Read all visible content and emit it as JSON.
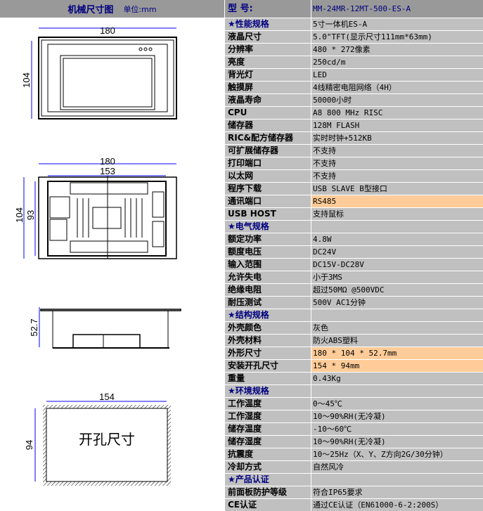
{
  "left_header": {
    "title": "机械尺寸图",
    "unit": "单位:mm"
  },
  "drawings": {
    "front_width": "180",
    "front_height": "104",
    "back_width": "180",
    "back_inner_width": "153",
    "back_height": "104",
    "back_inner_height": "93",
    "side_depth": "52.7",
    "cutout_width": "154",
    "cutout_height": "94",
    "cutout_label": "开孔尺寸"
  },
  "header": {
    "key": "型  号:",
    "value": "MM-24MR-12MT-500-ES-A"
  },
  "colors": {
    "cell": "#c0c0c0",
    "header": "#999999",
    "highlight": "#ffcc99",
    "section_text": "#000080",
    "dimension": "#0000ff"
  },
  "rows": [
    {
      "k": "★性能规格",
      "v": "5寸一体机ES-A",
      "type": "sec"
    },
    {
      "k": "液晶尺寸",
      "v": "5.0\"TFT(显示尺寸111mm*63mm)"
    },
    {
      "k": "分辨率",
      "v": "480 * 272像素"
    },
    {
      "k": "亮度",
      "v": "250cd/m"
    },
    {
      "k": "背光灯",
      "v": "LED"
    },
    {
      "k": "触摸屏",
      "v": "4线精密电阻网络（4H）"
    },
    {
      "k": "液晶寿命",
      "v": "50000小时"
    },
    {
      "k": "CPU",
      "v": "A8 800 MHz RISC"
    },
    {
      "k": "储存器",
      "v": "128M FLASH"
    },
    {
      "k": "RIC&配方储存器",
      "v": "实时时钟+512KB"
    },
    {
      "k": "可扩展储存器",
      "v": "不支持"
    },
    {
      "k": "打印端口",
      "v": "不支持"
    },
    {
      "k": "以太网",
      "v": "不支持"
    },
    {
      "k": "程序下载",
      "v": "USB SLAVE B型接口"
    },
    {
      "k": "通讯端口",
      "v": "RS485",
      "type": "hl"
    },
    {
      "k": "USB HOST",
      "v": "支持鼠标"
    },
    {
      "k": "★电气规格",
      "v": "",
      "type": "sec"
    },
    {
      "k": "额定功率",
      "v": "4.8W"
    },
    {
      "k": "额度电压",
      "v": "DC24V"
    },
    {
      "k": "输入范围",
      "v": "DC15V-DC28V"
    },
    {
      "k": "允许失电",
      "v": "小于3MS"
    },
    {
      "k": "绝缘电阻",
      "v": "超过50MΩ @500VDC"
    },
    {
      "k": "耐压测试",
      "v": "500V AC1分钟"
    },
    {
      "k": "★结构规格",
      "v": "",
      "type": "sec"
    },
    {
      "k": "外壳颜色",
      "v": "灰色"
    },
    {
      "k": "外壳材料",
      "v": "防火ABS塑料"
    },
    {
      "k": "外形尺寸",
      "v": "180 * 104 * 52.7mm",
      "type": "hl"
    },
    {
      "k": "安装开孔尺寸",
      "v": "154 * 94mm",
      "type": "hl"
    },
    {
      "k": "重量",
      "v": "0.43Kg"
    },
    {
      "k": "★环境规格",
      "v": "",
      "type": "sec"
    },
    {
      "k": "工作温度",
      "v": "0～45℃"
    },
    {
      "k": "工作湿度",
      "v": "10～90%RH(无冷凝)"
    },
    {
      "k": "储存温度",
      "v": "-10～60℃"
    },
    {
      "k": "储存湿度",
      "v": "10～90%RH(无冷凝)"
    },
    {
      "k": "抗震度",
      "v": "10～25Hz（X、Y、Z方向2G/30分钟）"
    },
    {
      "k": "冷却方式",
      "v": "自然风冷"
    },
    {
      "k": "★产品认证",
      "v": "",
      "type": "sec"
    },
    {
      "k": "前面板防护等级",
      "v": "符合IP65要求"
    },
    {
      "k": "CE认证",
      "v": "通过CE认证（EN61000-6-2:200S）"
    }
  ]
}
